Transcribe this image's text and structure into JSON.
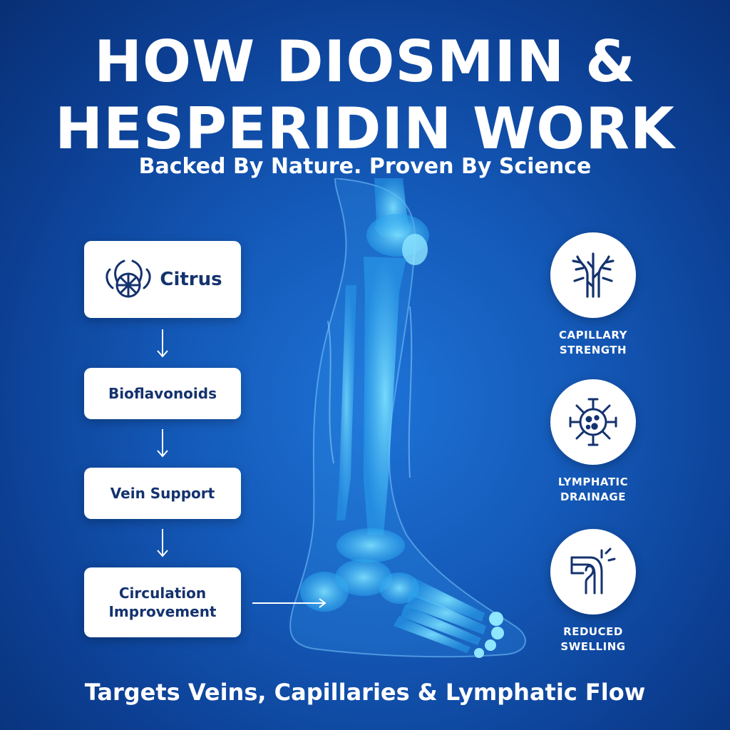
{
  "headline": "HOW DIOSMIN &\nHESPERIDIN WORK",
  "headline_lines": [
    "HOW DIOSMIN &",
    "HESPERIDIN WORK"
  ],
  "subtitle": "Backed By Nature. Proven By Science",
  "flow": [
    {
      "label": "Citrus",
      "icon": "citrus-icon"
    },
    {
      "label": "Bioflavonoids"
    },
    {
      "label": "Vein Support"
    },
    {
      "label": "Circulation\nImprovement"
    }
  ],
  "benefits": [
    {
      "label": "CAPILLARY\nSTRENGTH",
      "icon": "capillary-icon"
    },
    {
      "label": "LYMPHATIC\nDRAINAGE",
      "icon": "lymph-cell-icon"
    },
    {
      "label": "REDUCED\nSWELLING",
      "icon": "swollen-knee-icon"
    }
  ],
  "footer": "Targets Veins, Capillaries & Lymphatic Flow",
  "colors": {
    "background": "#1459b8",
    "card": "#ffffff",
    "card_text": "#14326e",
    "bone_glow": "#5fd4ff"
  }
}
